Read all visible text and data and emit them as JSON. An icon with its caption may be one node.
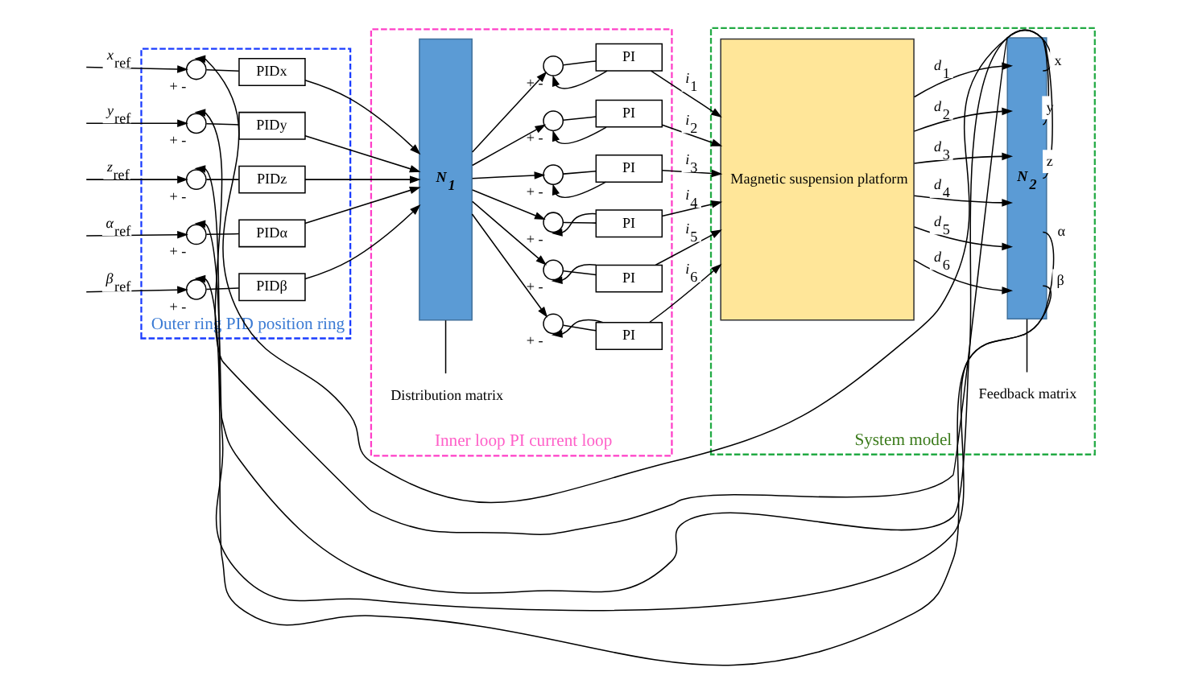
{
  "diagram": {
    "nodes": [
      {
        "text": [
          "Outer ring PID position ring"
        ]
      },
      {
        "text": [],
        "shape": "circle",
        "in": 0,
        "beside": [
          "+",
          "-"
        ]
      },
      {
        "text": [
          "PIDx"
        ],
        "in": 0
      },
      {
        "text": [],
        "shape": "circle",
        "in": 0,
        "beside": [
          "+",
          "-"
        ]
      },
      {
        "text": [
          "PIDy"
        ],
        "in": 0
      },
      {
        "text": [],
        "shape": "circle",
        "in": 0,
        "beside": [
          "+",
          "-"
        ]
      },
      {
        "text": [
          "PIDz"
        ],
        "in": 0
      },
      {
        "text": [],
        "shape": "circle",
        "in": 0,
        "beside": [
          "+",
          "-"
        ]
      },
      {
        "text": [
          "PIDα"
        ],
        "in": 0
      },
      {
        "text": [],
        "shape": "circle",
        "in": 0,
        "beside": [
          "+",
          "-"
        ]
      },
      {
        "text": [
          "PIDβ"
        ],
        "in": 0
      },
      {
        "text": [
          "Inner loop PI current loop"
        ]
      },
      {
        "text": [
          "N$_{1}$"
        ],
        "in": 11
      },
      {
        "text": [
          "Distribution matrix"
        ],
        "in": 11
      },
      {
        "text": [],
        "shape": "circle",
        "in": 11,
        "beside": [
          "+",
          "-"
        ]
      },
      {
        "text": [
          "PI"
        ],
        "in": 11
      },
      {
        "text": [],
        "shape": "circle",
        "in": 11,
        "beside": [
          "+",
          "-"
        ]
      },
      {
        "text": [
          "PI"
        ],
        "in": 11
      },
      {
        "text": [],
        "shape": "circle",
        "in": 11,
        "beside": [
          "+",
          "-"
        ]
      },
      {
        "text": [
          "PI"
        ],
        "in": 11
      },
      {
        "text": [],
        "shape": "circle",
        "in": 11,
        "beside": [
          "+",
          "-"
        ]
      },
      {
        "text": [
          "PI"
        ],
        "in": 11
      },
      {
        "text": [],
        "shape": "circle",
        "in": 11,
        "beside": [
          "+",
          "-"
        ]
      },
      {
        "text": [
          "PI"
        ],
        "in": 11
      },
      {
        "text": [],
        "shape": "circle",
        "in": 11,
        "beside": [
          "+",
          "-"
        ]
      },
      {
        "text": [
          "PI"
        ],
        "in": 11
      },
      {
        "text": [
          "System model"
        ]
      },
      {
        "text": [
          "Magnetic suspension platform"
        ],
        "in": 26
      },
      {
        "text": [
          "N$_{2}$"
        ],
        "in": 26
      },
      {
        "text": [
          "Feedback matrix"
        ],
        "in": 26
      }
    ],
    "edges": [
      {
        "from": null,
        "to": 1,
        "arrow": "to",
        "label": "*x*$_{ref}$"
      },
      {
        "from": null,
        "to": 3,
        "arrow": "to",
        "label": "*y*$_{ref}$"
      },
      {
        "from": null,
        "to": 5,
        "arrow": "to",
        "label": "*z*$_{ref}$"
      },
      {
        "from": null,
        "to": 7,
        "arrow": "to",
        "label": "*α*$_{ref}$"
      },
      {
        "from": null,
        "to": 9,
        "arrow": "to",
        "label": "*β*$_{ref}$"
      },
      {
        "from": 1,
        "to": 2,
        "arrow": "none"
      },
      {
        "from": 3,
        "to": 4,
        "arrow": "none"
      },
      {
        "from": 5,
        "to": 6,
        "arrow": "none"
      },
      {
        "from": 7,
        "to": 8,
        "arrow": "none"
      },
      {
        "from": 9,
        "to": 10,
        "arrow": "none"
      },
      {
        "from": 2,
        "to": 12,
        "arrow": "to"
      },
      {
        "from": 4,
        "to": 12,
        "arrow": "to"
      },
      {
        "from": 6,
        "to": 12,
        "arrow": "to"
      },
      {
        "from": 8,
        "to": 12,
        "arrow": "to"
      },
      {
        "from": 10,
        "to": 12,
        "arrow": "to"
      },
      {
        "from": 13,
        "to": 12,
        "arrow": "none"
      },
      {
        "from": 12,
        "to": 14,
        "arrow": "to"
      },
      {
        "from": 12,
        "to": 16,
        "arrow": "to"
      },
      {
        "from": 12,
        "to": 18,
        "arrow": "to"
      },
      {
        "from": 12,
        "to": 20,
        "arrow": "to"
      },
      {
        "from": 12,
        "to": 22,
        "arrow": "to"
      },
      {
        "from": 12,
        "to": 24,
        "arrow": "to"
      },
      {
        "from": 14,
        "to": 15,
        "arrow": "none"
      },
      {
        "from": 16,
        "to": 17,
        "arrow": "none"
      },
      {
        "from": 18,
        "to": 19,
        "arrow": "none"
      },
      {
        "from": 20,
        "to": 21,
        "arrow": "none"
      },
      {
        "from": 22,
        "to": 23,
        "arrow": "none"
      },
      {
        "from": 24,
        "to": 25,
        "arrow": "none"
      },
      {
        "from": 15,
        "to": 14,
        "arrow": "to"
      },
      {
        "from": 17,
        "to": 16,
        "arrow": "to"
      },
      {
        "from": 19,
        "to": 18,
        "arrow": "to"
      },
      {
        "from": 21,
        "to": 20,
        "arrow": "to"
      },
      {
        "from": 23,
        "to": 22,
        "arrow": "to"
      },
      {
        "from": 25,
        "to": 24,
        "arrow": "to"
      },
      {
        "from": 15,
        "to": 27,
        "arrow": "to",
        "label": "*i*$_{1}$"
      },
      {
        "from": 17,
        "to": 27,
        "arrow": "to",
        "label": "*i*$_{2}$"
      },
      {
        "from": 19,
        "to": 27,
        "arrow": "to",
        "label": "*i*$_{3}$"
      },
      {
        "from": 21,
        "to": 27,
        "arrow": "to",
        "label": "*i*$_{4}$"
      },
      {
        "from": 23,
        "to": 27,
        "arrow": "to",
        "label": "*i*$_{5}$"
      },
      {
        "from": 25,
        "to": 27,
        "arrow": "to",
        "label": "*i*$_{6}$"
      },
      {
        "from": 27,
        "to": 28,
        "arrow": "to",
        "label": "*d*$_{1}$"
      },
      {
        "from": 27,
        "to": 28,
        "arrow": "to",
        "label": "*d*$_{2}$"
      },
      {
        "from": 27,
        "to": 28,
        "arrow": "to",
        "label": "*d*$_{3}$"
      },
      {
        "from": 27,
        "to": 28,
        "arrow": "to",
        "label": "*d*$_{4}$"
      },
      {
        "from": 27,
        "to": 28,
        "arrow": "to",
        "label": "*d*$_{5}$"
      },
      {
        "from": 27,
        "to": 28,
        "arrow": "to",
        "label": "*d*$_{6}$"
      },
      {
        "from": 29,
        "to": 28,
        "arrow": "none"
      },
      {
        "from": 28,
        "to": 1,
        "arrow": "to",
        "label": "x"
      },
      {
        "from": 28,
        "to": 3,
        "arrow": "to",
        "label": "y"
      },
      {
        "from": 28,
        "to": 5,
        "arrow": "to",
        "label": "z"
      },
      {
        "from": 28,
        "to": 7,
        "arrow": "to",
        "label": "α"
      },
      {
        "from": 28,
        "to": 9,
        "arrow": "to",
        "label": "β"
      }
    ]
  }
}
